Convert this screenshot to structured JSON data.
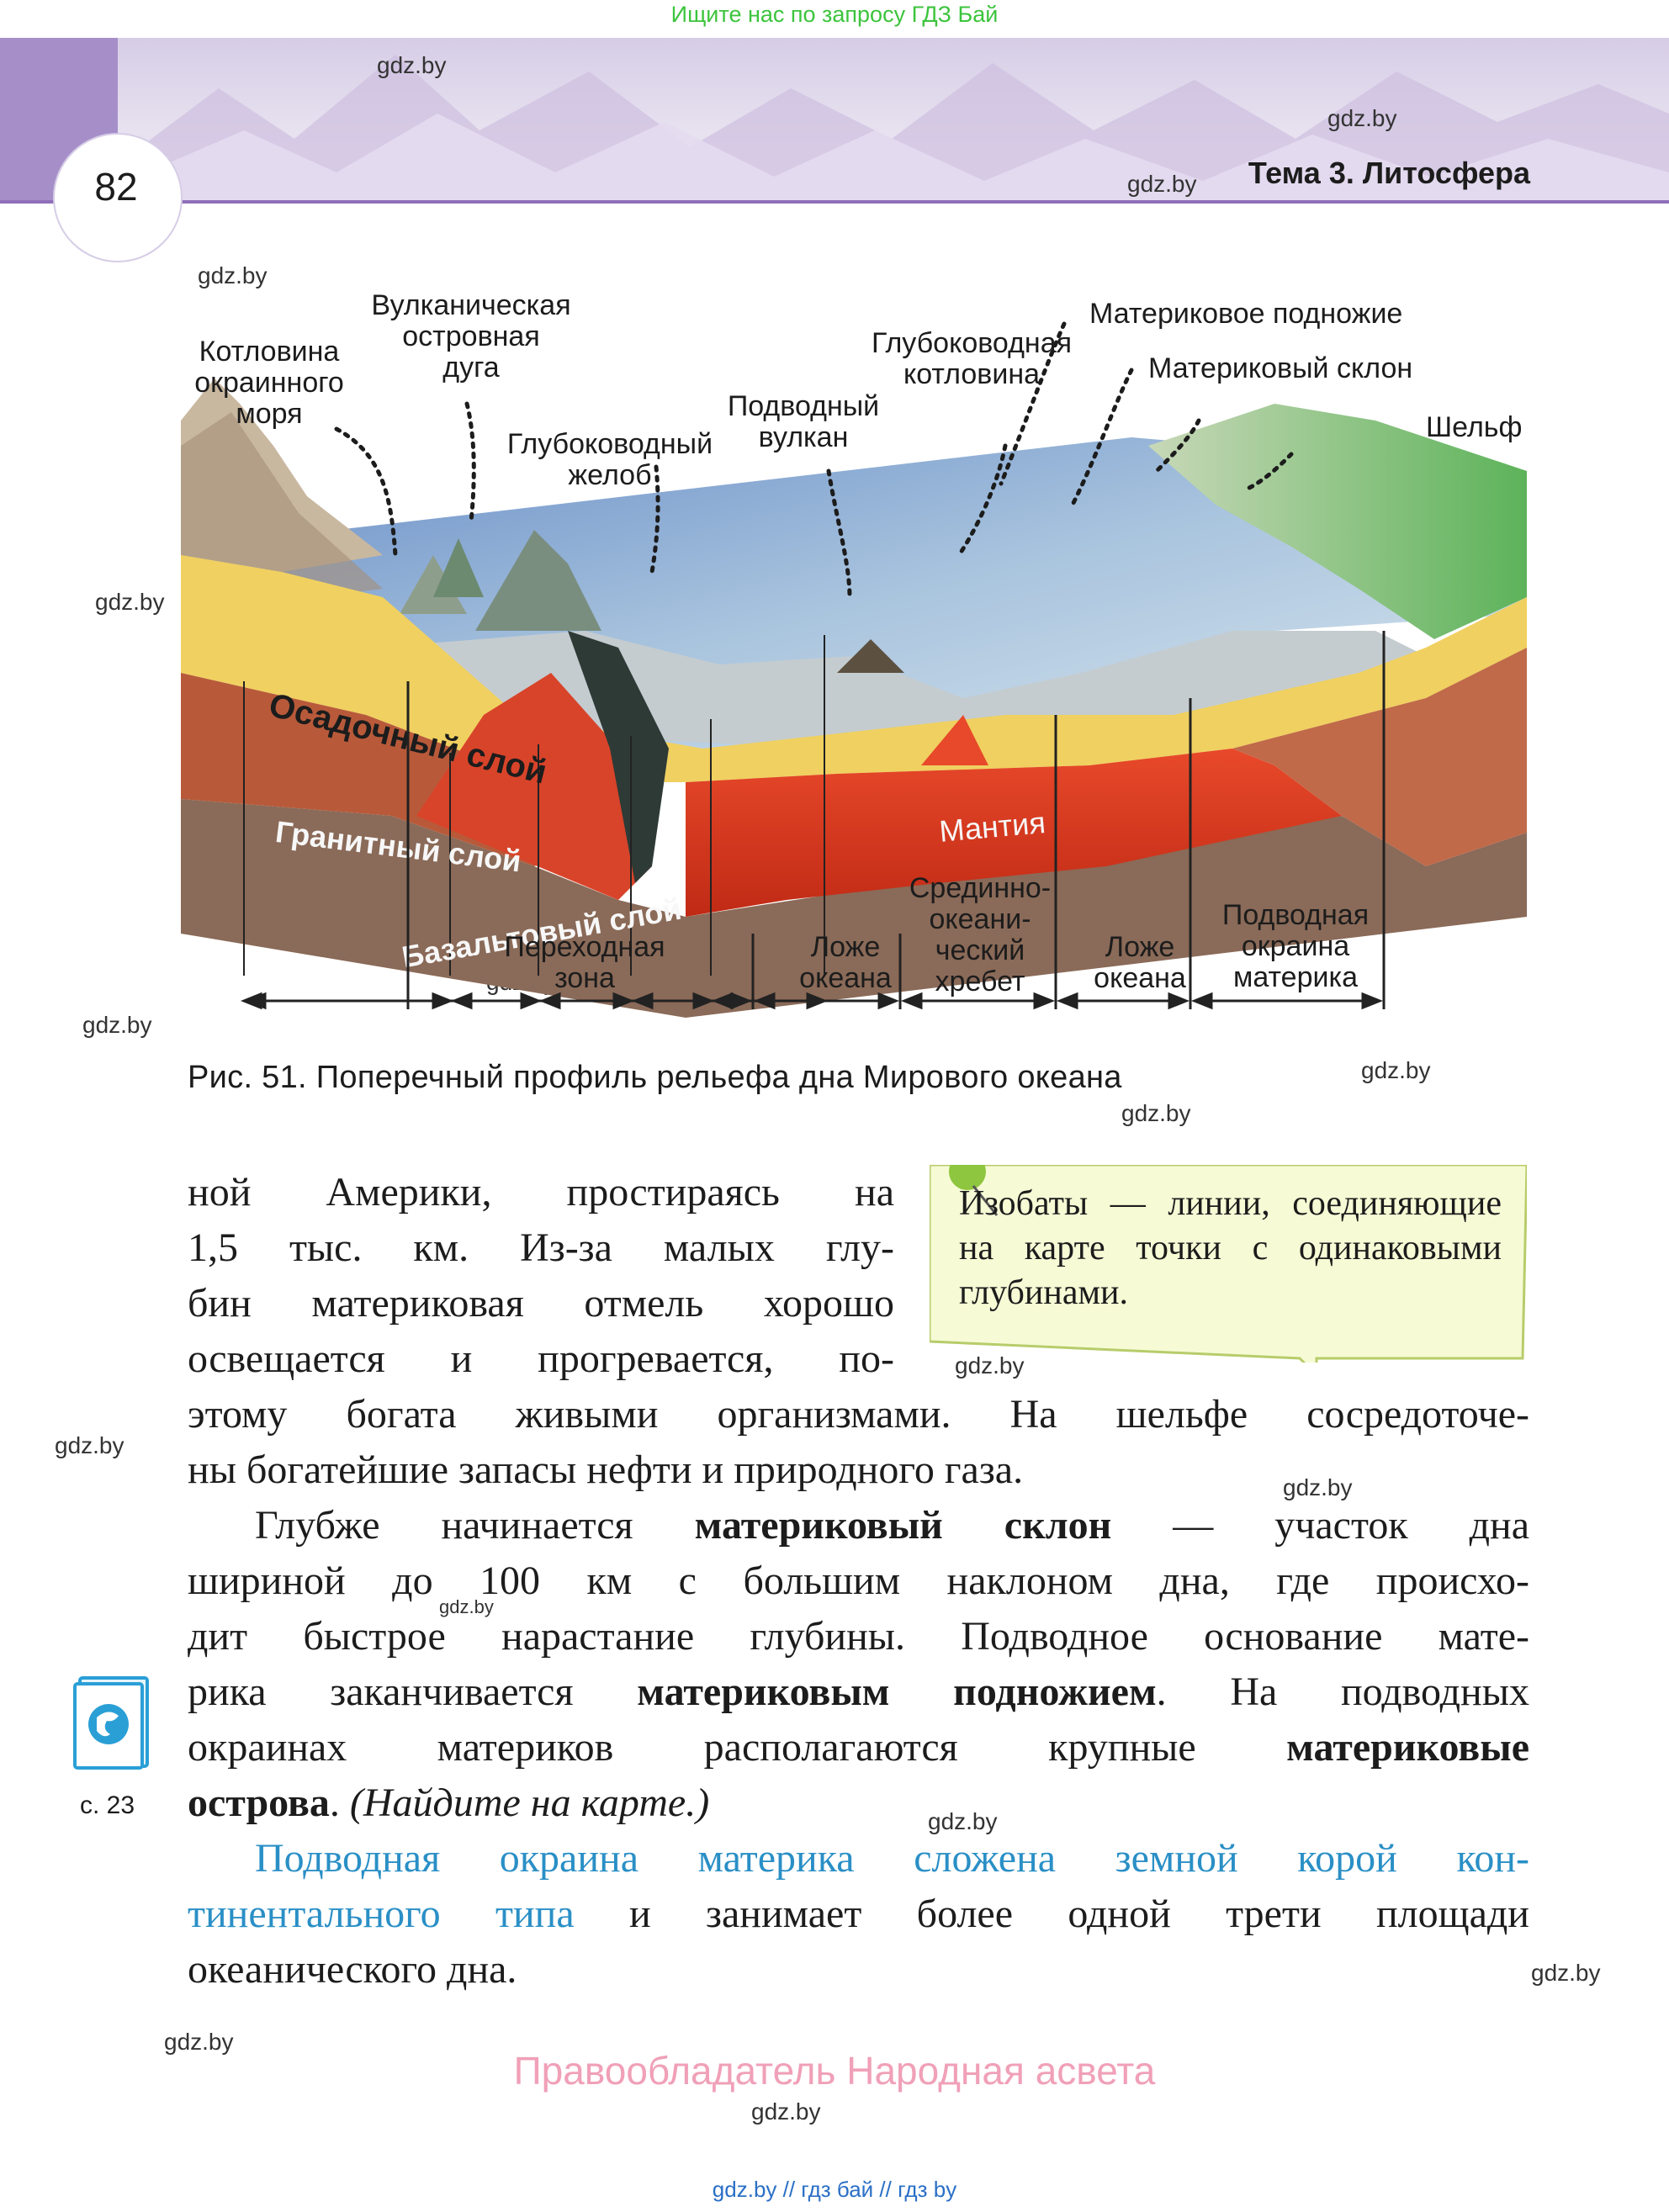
{
  "top_link": "Ищите нас по запросу ГДЗ Бай",
  "header": {
    "page_number": "82",
    "topic": "Тема 3. Литосфера"
  },
  "watermark": "gdz.by",
  "figure": {
    "labels": {
      "kotlovina": "Котловина\nокраинного\nморя",
      "vulkan_duga": "Вулканическая\nостровная\nдуга",
      "zhelob": "Глубоководный\nжелоб",
      "podvodny_vulkan": "Подводный\nвулкан",
      "glub_kotlovina": "Глубоководная\nкотловина",
      "podnozhie": "Материковое подножие",
      "sklon": "Материковый склон",
      "shelf": "Шельф",
      "osadochny": "Осадочный слой",
      "granitny": "Гранитный слой",
      "bazaltovy": "Базальтовый слой",
      "mantiya": "Мантия",
      "perehodnaya": "Переходная\nзона",
      "lozhe1": "Ложе\nокеана",
      "hrebet": "Срединно-\nокеани-\nческий\nхребет",
      "lozhe2": "Ложе\nокеана",
      "okraina": "Подводная\nокраина\nматерика"
    },
    "caption": "Рис. 51. Поперечный профиль рельефа дна Мирового океана"
  },
  "note": {
    "text": "Изобаты — линии, соединяющие на карте точки с одинаковыми глубинами."
  },
  "paragraph1": {
    "l1": "ной Америки, простираясь на",
    "l2": "1,5 тыс. км. Из-за малых глу-",
    "l3": "бин материковая отмель хорошо",
    "l4": "освещается и прогревается, по-",
    "l5": "этому богата живыми организмами. На шельфе сосредоточе-",
    "l6": "ны богатейшие запасы нефти и природного газа."
  },
  "paragraph2": {
    "l1a": "Глубже начинается ",
    "l1b": "материковый склон",
    "l1c": " — участок дна",
    "l2": "шириной до 100 км с большим наклоном дна, где происхо-",
    "l3": "дит быстрое нарастание глубины. Подводное основание мате-",
    "l4a": "рика заканчивается ",
    "l4b": "материковым подножием",
    "l4c": ". На подводных",
    "l5a": "окраинах материков располагаются крупные ",
    "l5b": "материковые",
    "l6a": "острова",
    "l6b": ". ",
    "l6c": "(Найдите на карте.)"
  },
  "paragraph3": {
    "l1": "Подводная окраина материка сложена земной корой кон-",
    "l2a": "тинентального типа",
    "l2b": " и занимает более одной трети площади",
    "l3": "океанического дна."
  },
  "atlas_ref": "с. 23",
  "copyright": "Правообладатель Народная асвета",
  "bottom_links": "gdz.by // гдз бай // гдз by"
}
